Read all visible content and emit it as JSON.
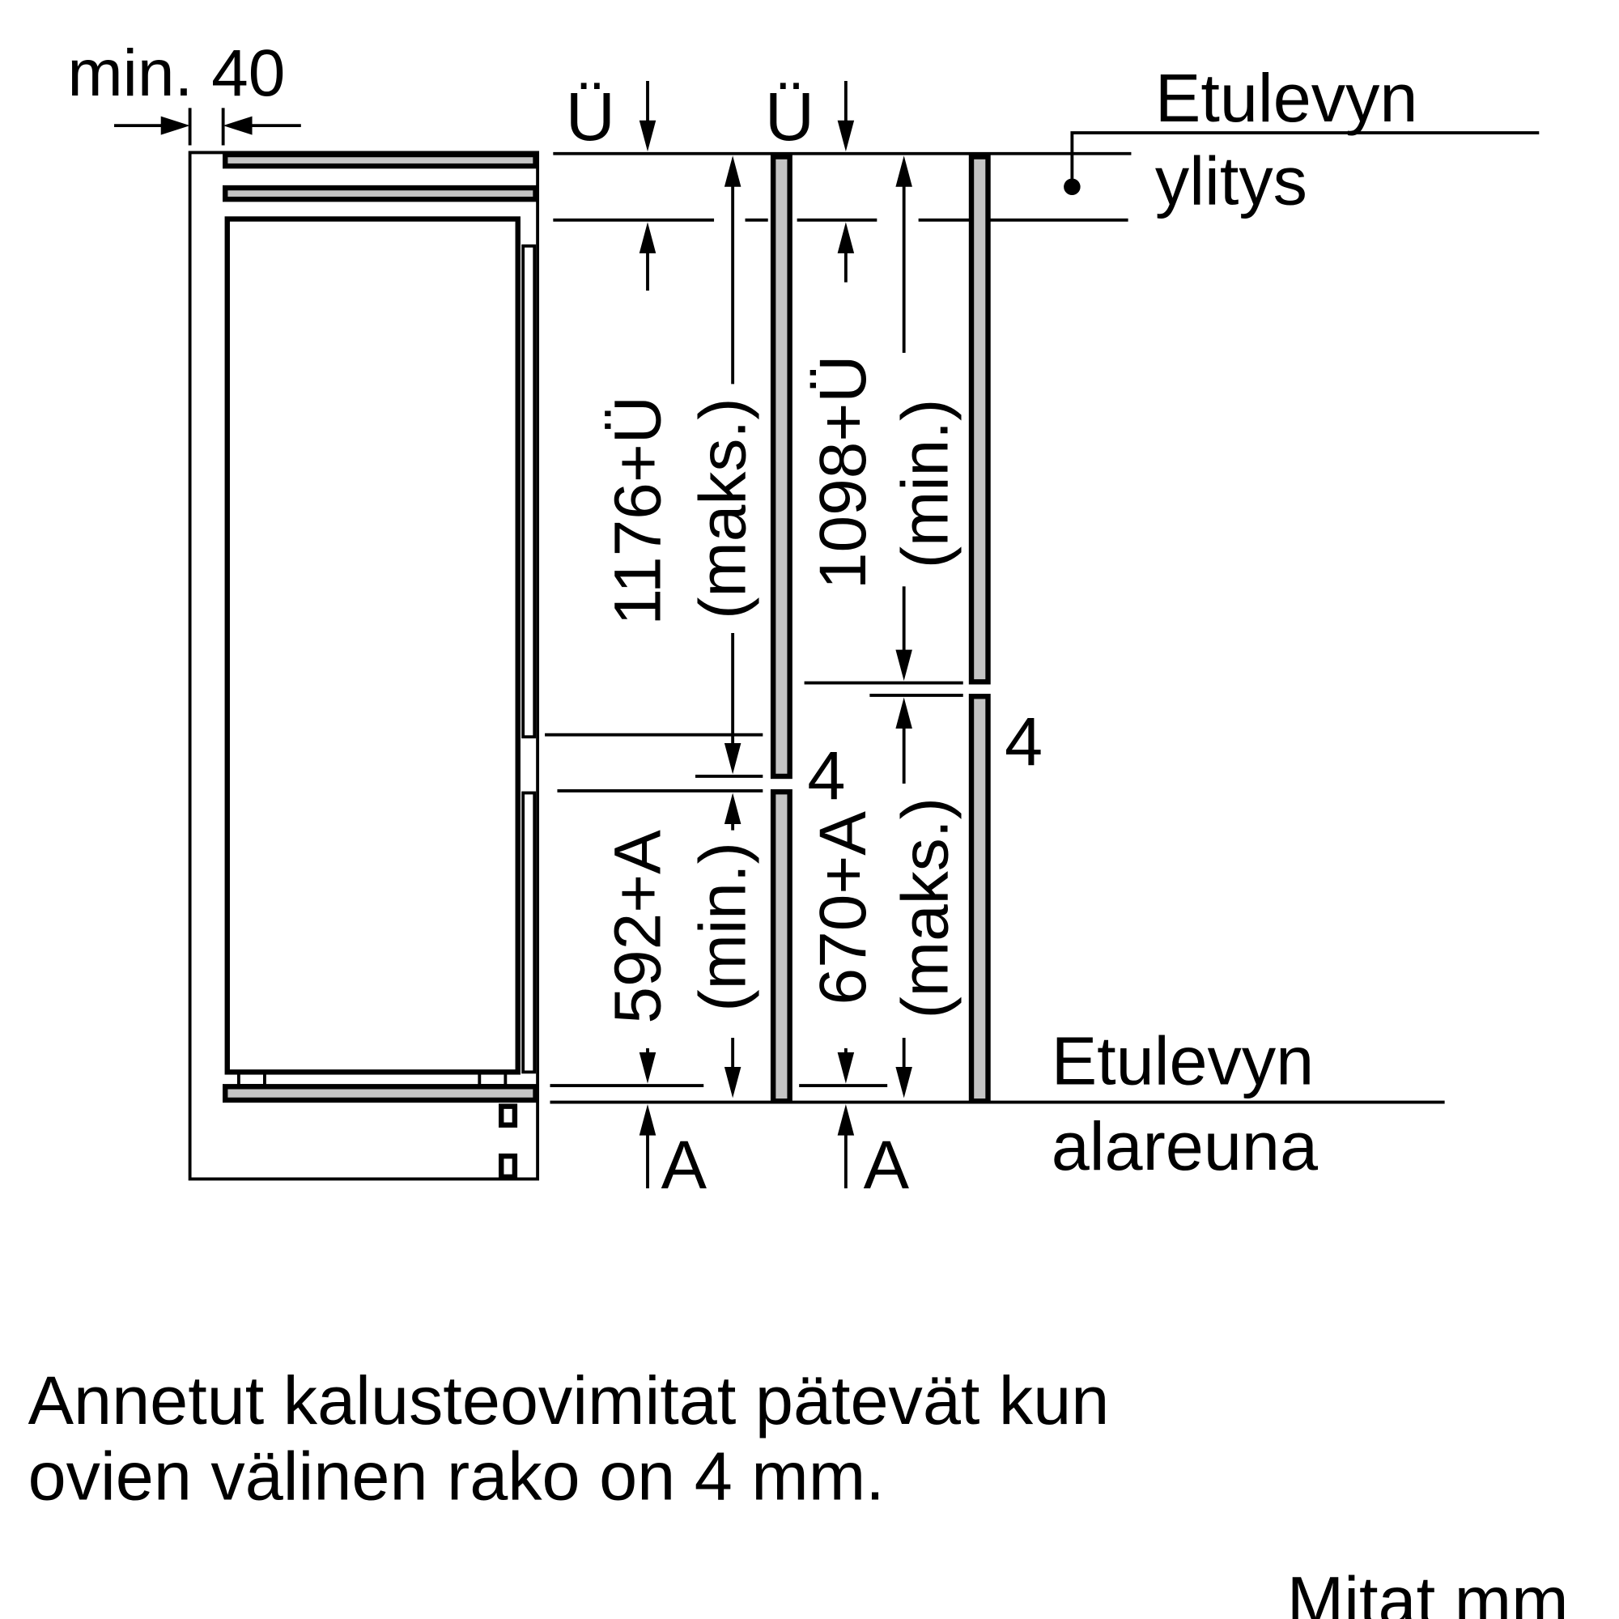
{
  "colors": {
    "panel_fill": "#c4c4c4",
    "line": "#000000",
    "background": "#ffffff"
  },
  "dimensions": {
    "min_gap": "min. 40",
    "overhang_symbol_1": "Ü",
    "overhang_symbol_2": "Ü",
    "upper_door_max": "1176+Ü",
    "upper_door_max_note": "(maks.)",
    "upper_door_min": "1098+Ü",
    "upper_door_min_note": "(min.)",
    "lower_door_min": "592+A",
    "lower_door_min_note": "(min.)",
    "lower_door_max": "670+A",
    "lower_door_max_note": "(maks.)",
    "gap_1": "4",
    "gap_2": "4",
    "bottom_symbol_1": "A",
    "bottom_symbol_2": "A"
  },
  "labels": {
    "top_line1": "Etulevyn",
    "top_line2": "ylitys",
    "bottom_line1": "Etulevyn",
    "bottom_line2": "alareuna"
  },
  "note": {
    "line1": "Annetut kalusteovimitat pätevät kun",
    "line2": "ovien välinen rako on 4 mm."
  },
  "units": "Mitat mm"
}
